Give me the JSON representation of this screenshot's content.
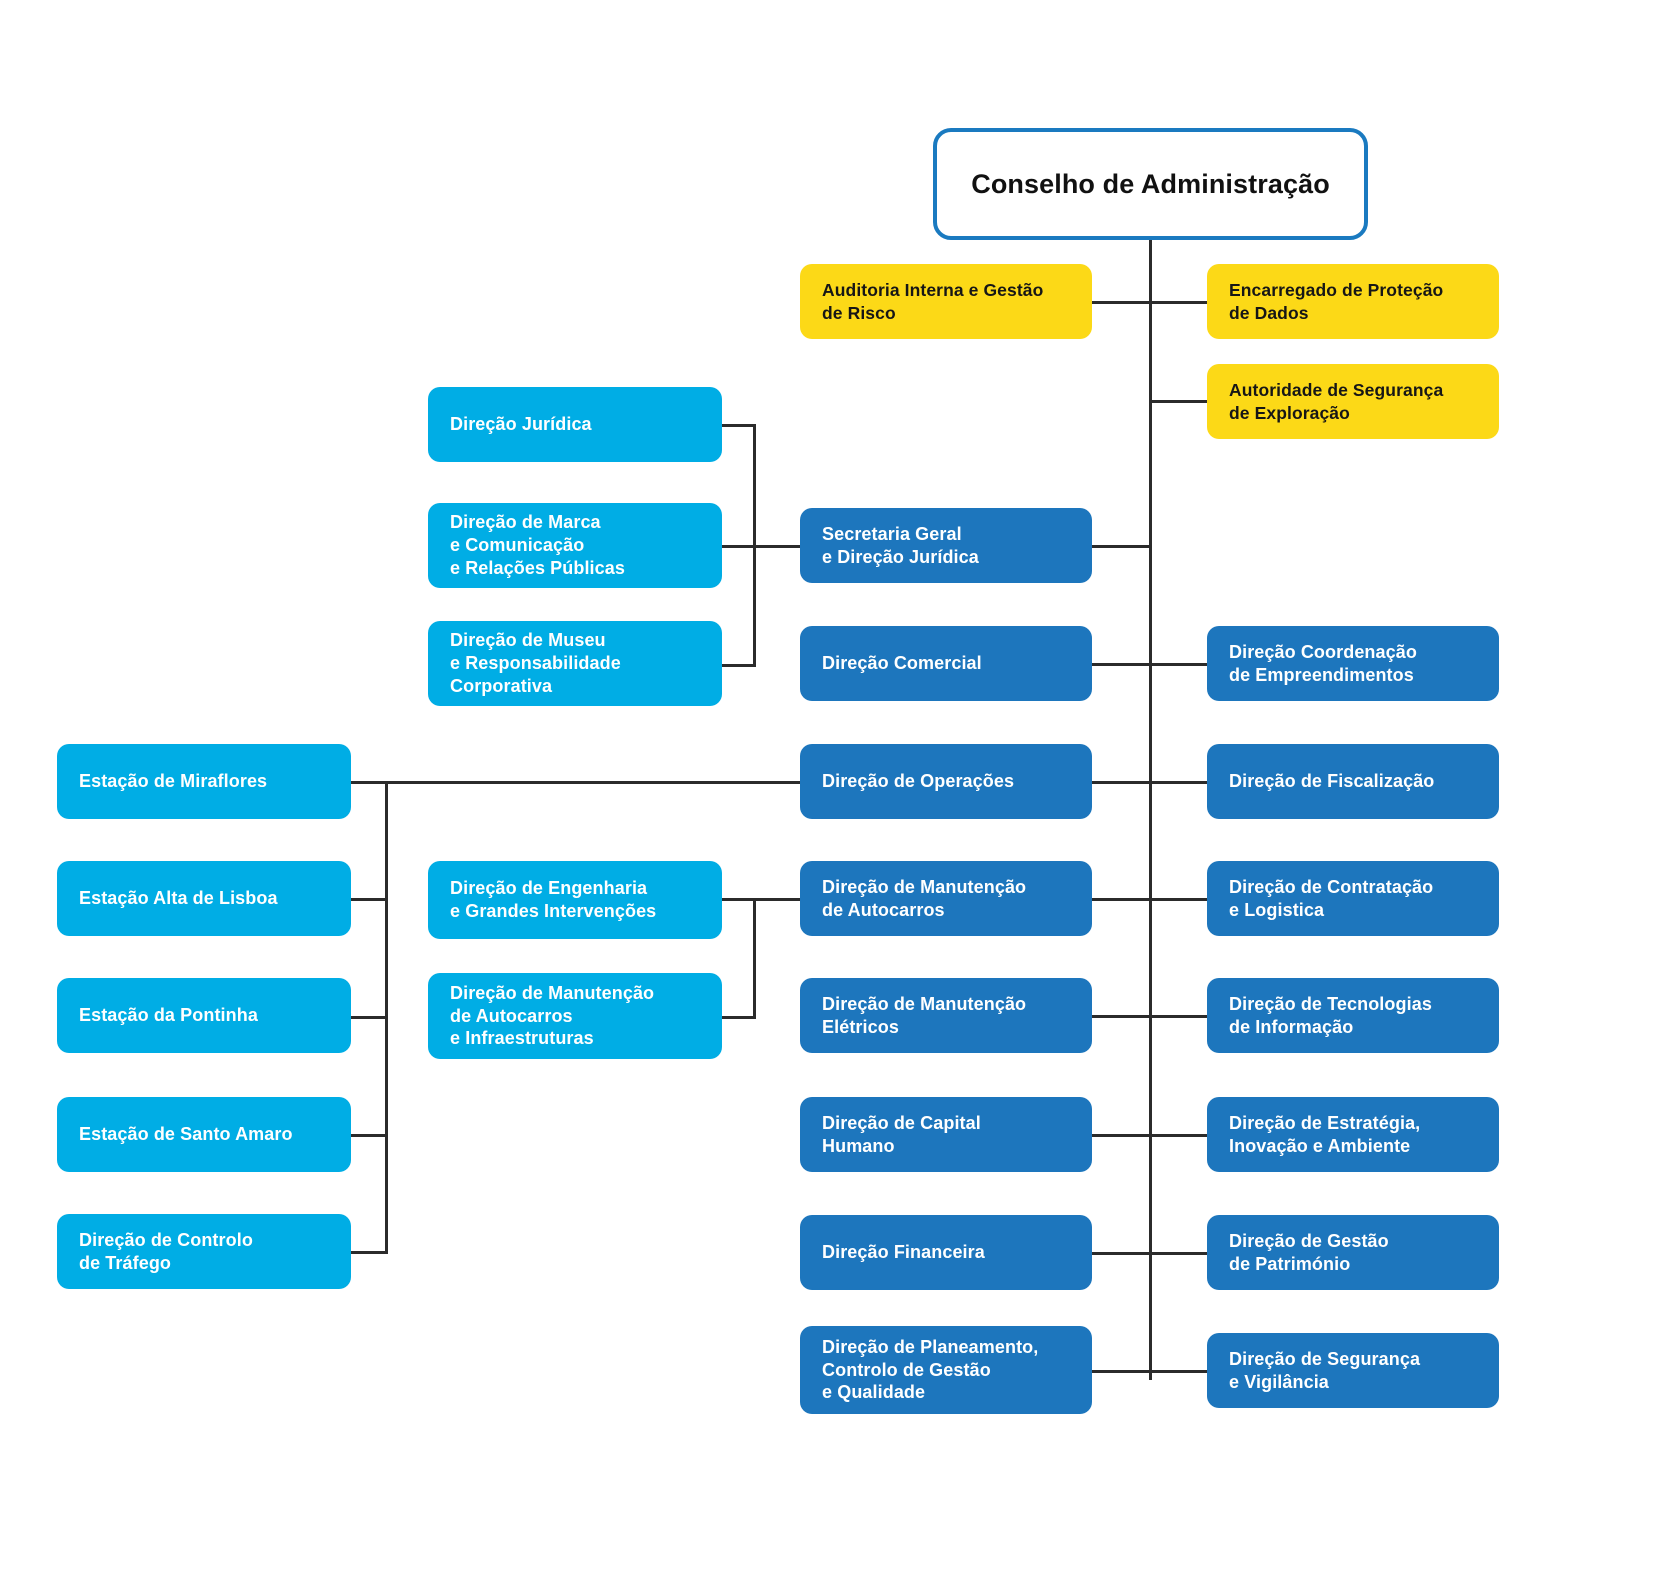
{
  "title": "Organograma",
  "colors": {
    "root_border": "#1a7ac0",
    "yellow": "#fcd917",
    "dark_blue": "#1d76bd",
    "light_blue": "#00ade5",
    "connector": "#2b2b2b",
    "text_on_blue": "#ffffff",
    "text_on_yellow": "#161616"
  },
  "root": {
    "label": "Conselho de Administração"
  },
  "staff_yellow": [
    {
      "label": "Auditoria Interna e Gestão\nde Risco"
    },
    {
      "label": "Encarregado de Proteção\nde Dados"
    },
    {
      "label": "Autoridade de Segurança\nde Exploração"
    }
  ],
  "center_column": [
    {
      "label": "Secretaria Geral\ne Direção Jurídica"
    },
    {
      "label": "Direção Comercial"
    },
    {
      "label": "Direção de Operações"
    },
    {
      "label": "Direção de Manutenção\nde Autocarros"
    },
    {
      "label": "Direção de Manutenção\nElétricos"
    },
    {
      "label": "Direção de Capital\nHumano"
    },
    {
      "label": "Direção Financeira"
    },
    {
      "label": "Direção de Planeamento,\nControlo de Gestão\ne Qualidade"
    }
  ],
  "right_column": [
    {
      "label": "Direção Coordenação\nde Empreendimentos"
    },
    {
      "label": "Direção de Fiscalização"
    },
    {
      "label": "Direção de Contratação\ne Logistica"
    },
    {
      "label": "Direção de Tecnologias\nde Informação"
    },
    {
      "label": "Direção de Estratégia,\nInovação e Ambiente"
    },
    {
      "label": "Direção de Gestão\nde Património"
    },
    {
      "label": "Direção de Segurança\ne Vigilância"
    }
  ],
  "secretaria_children": [
    {
      "label": "Direção Jurídica"
    },
    {
      "label": "Direção de Marca\ne Comunicação\ne Relações Públicas"
    },
    {
      "label": "Direção de Museu\ne Responsabilidade\nCorporativa"
    }
  ],
  "maintenance_children": [
    {
      "label": "Direção de Engenharia\ne Grandes Intervenções"
    },
    {
      "label": "Direção de Manutenção\nde Autocarros\ne Infraestruturas"
    }
  ],
  "operations_children": [
    {
      "label": "Estação de Miraflores"
    },
    {
      "label": "Estação Alta de Lisboa"
    },
    {
      "label": "Estação da Pontinha"
    },
    {
      "label": "Estação de Santo Amaro"
    },
    {
      "label": "Direção de Controlo\nde Tráfego"
    }
  ]
}
